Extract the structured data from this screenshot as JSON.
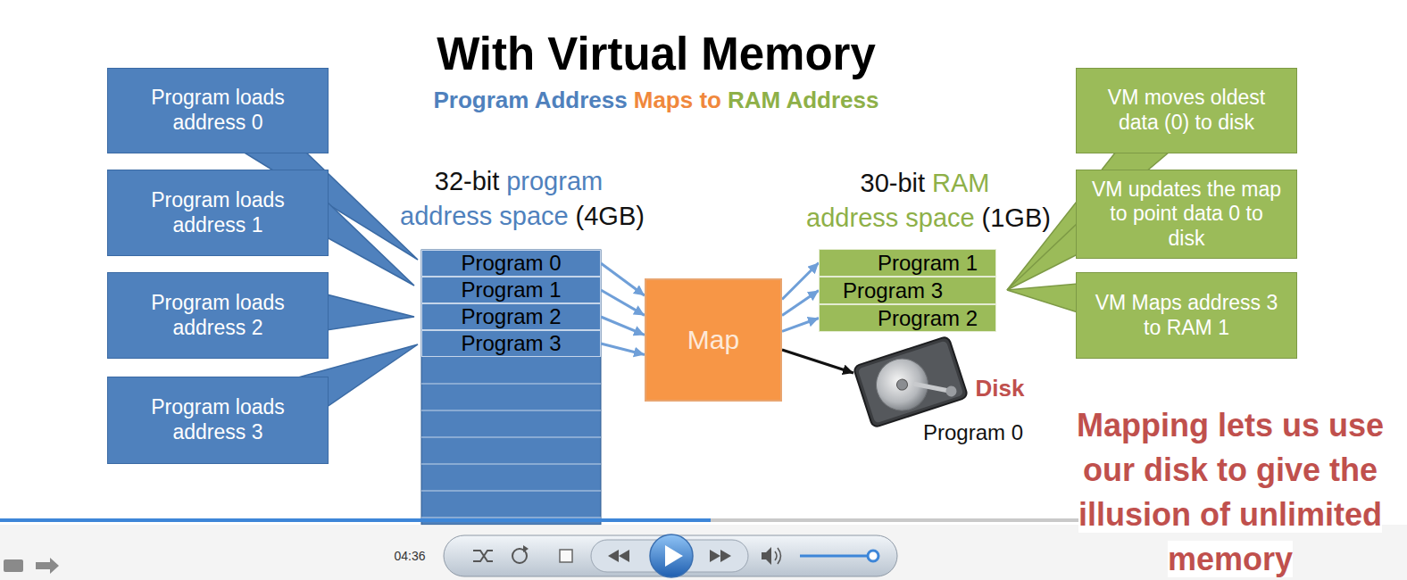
{
  "diagram": {
    "title": "With Virtual Memory",
    "nodes": [
      {
        "text": [
          "Program loads address 0"
        ]
      },
      {
        "text": [
          "Program loads address 1"
        ]
      },
      {
        "text": [
          "Program loads address 2"
        ]
      },
      {
        "text": [
          "Program loads address 3"
        ]
      },
      {
        "text": [
          "Program 0"
        ]
      },
      {
        "text": [
          "Program 1"
        ]
      },
      {
        "text": [
          "Program 2"
        ]
      },
      {
        "text": [
          "Program 3"
        ]
      },
      {
        "text": [
          "Map"
        ]
      },
      {
        "text": [
          "Program 1"
        ]
      },
      {
        "text": [
          "Program 3"
        ]
      },
      {
        "text": [
          "Program 2"
        ]
      },
      {
        "text": [
          "VM moves oldest data (0) to disk"
        ]
      },
      {
        "text": [
          "VM updates the map to point data 0 to disk"
        ]
      },
      {
        "text": [
          "VM Maps address 3 to RAM 1"
        ]
      }
    ],
    "edges": [
      {
        "from": 4,
        "to": 8,
        "arrow": "to"
      },
      {
        "from": 5,
        "to": 8,
        "arrow": "to"
      },
      {
        "from": 6,
        "to": 8,
        "arrow": "to"
      },
      {
        "from": 7,
        "to": 8,
        "arrow": "to"
      },
      {
        "from": 8,
        "to": 9,
        "arrow": "to"
      },
      {
        "from": 8,
        "to": 10,
        "arrow": "to"
      },
      {
        "from": 8,
        "to": 11,
        "arrow": "to"
      }
    ],
    "labels": [
      "Program Address",
      "Maps to",
      "RAM Address",
      "32-bit",
      "program",
      "address space",
      "(4GB)",
      "30-bit",
      "RAM",
      "address space",
      "(1GB)",
      "Disk",
      "Program 0",
      "Mapping lets us use our disk to give the illusion of unlimited memory",
      "04:36"
    ]
  }
}
